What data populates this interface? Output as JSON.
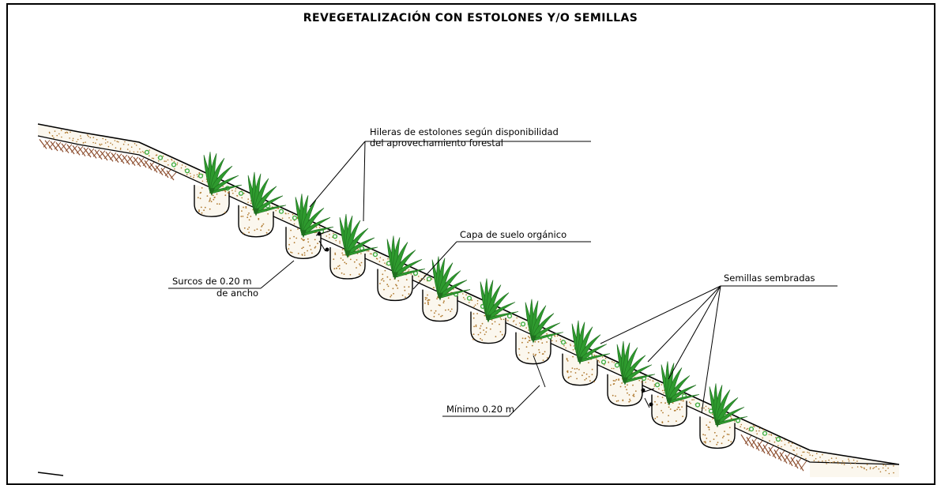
{
  "title": "REVEGETALIZACIÓN CON ESTOLONES Y/O SEMILLAS",
  "labels": {
    "hileras_line1": "Hileras de estolones según disponibilidad",
    "hileras_line2": "del aprovechamiento forestal",
    "capa": "Capa de suelo orgánico",
    "surcos_line1": "Surcos de 0.20 m",
    "surcos_line2": "de ancho",
    "semillas": "Semillas sembradas",
    "minimo": "Mínimo 0.20 m"
  },
  "colors": {
    "plant": "#2e9a2e",
    "plant_dark": "#1f6f1f",
    "soil_dots": "#b07a30",
    "seed": "#3fae3f",
    "hatch": "#8a4a2a",
    "line": "#000000"
  }
}
